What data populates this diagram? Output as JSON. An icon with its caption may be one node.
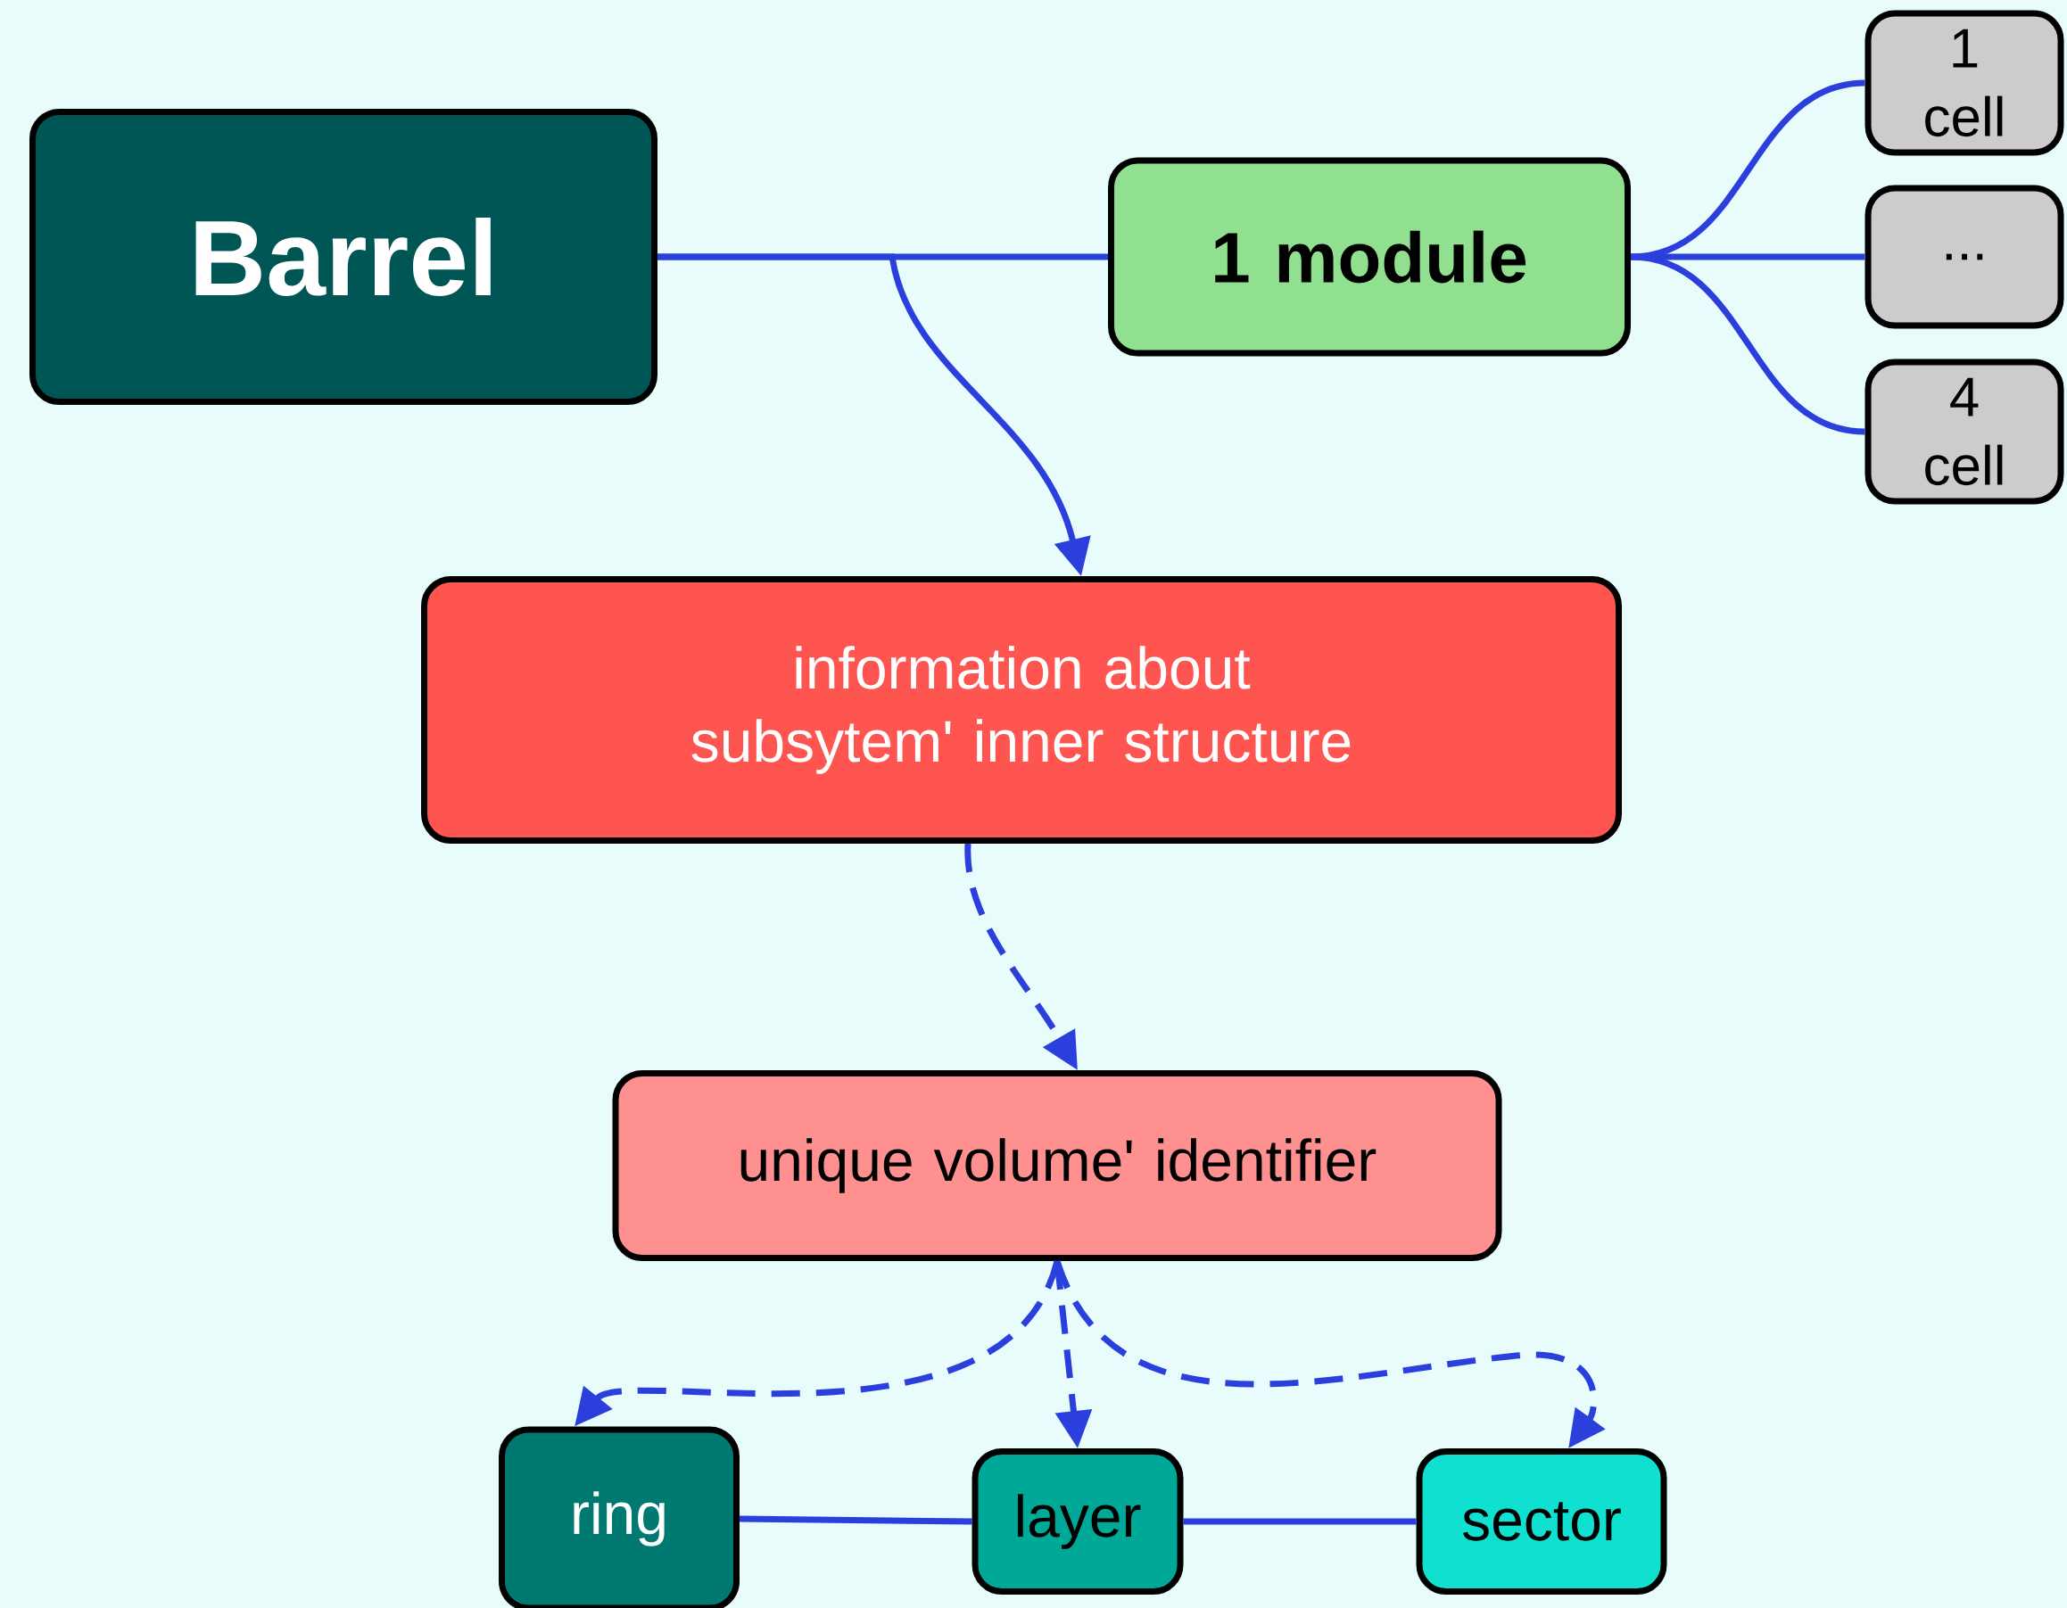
{
  "diagram": {
    "nodes": [
      {
        "text": [
          "Barrel"
        ]
      },
      {
        "text": [
          "1 module"
        ]
      },
      {
        "text": [
          "1 cell"
        ]
      },
      {
        "text": [
          "..."
        ]
      },
      {
        "text": [
          "4 cell"
        ]
      },
      {
        "text": [
          "information about subsytem' inner structure"
        ]
      },
      {
        "text": [
          "unique volume' identifier"
        ]
      },
      {
        "text": [
          "ring"
        ]
      },
      {
        "text": [
          "layer"
        ]
      },
      {
        "text": [
          "sector"
        ]
      }
    ],
    "edges": [
      {
        "from": 0,
        "to": 1,
        "arrow": "none"
      },
      {
        "from": 0,
        "to": 5,
        "arrow": "to"
      },
      {
        "from": 1,
        "to": 2,
        "arrow": "none"
      },
      {
        "from": 1,
        "to": 3,
        "arrow": "none"
      },
      {
        "from": 1,
        "to": 4,
        "arrow": "none"
      },
      {
        "from": 5,
        "to": 6,
        "arrow": "to",
        "style": "dashed"
      },
      {
        "from": 6,
        "to": 7,
        "arrow": "to",
        "style": "dashed"
      },
      {
        "from": 6,
        "to": 8,
        "arrow": "to",
        "style": "dashed"
      },
      {
        "from": 6,
        "to": 9,
        "arrow": "to",
        "style": "dashed"
      },
      {
        "from": 7,
        "to": 8,
        "arrow": "none"
      },
      {
        "from": 8,
        "to": 9,
        "arrow": "none"
      }
    ]
  }
}
